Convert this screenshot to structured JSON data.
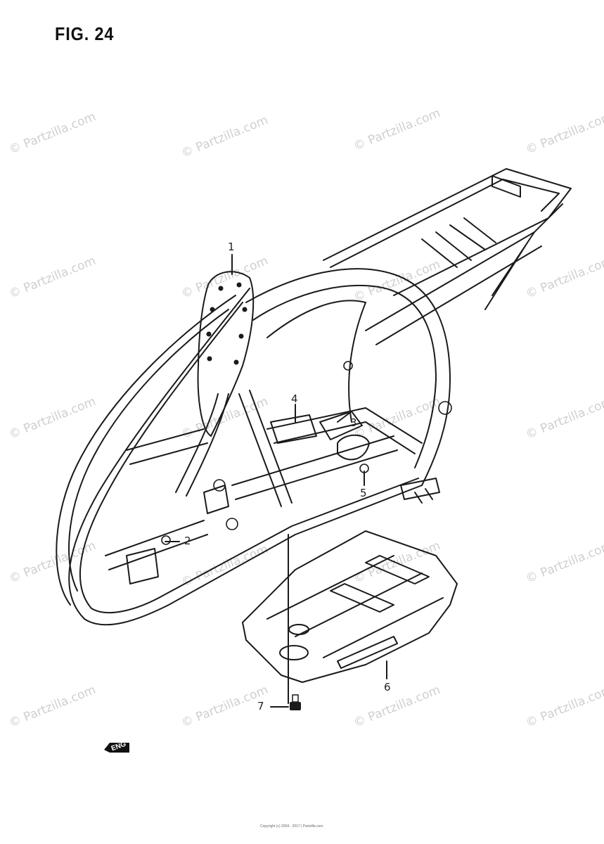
{
  "figure": {
    "title": "FIG. 24"
  },
  "watermark": {
    "text": "© Partzilla.com",
    "color": "#cfcfcf"
  },
  "callouts": [
    {
      "id": "1",
      "label": "1"
    },
    {
      "id": "2",
      "label": "2"
    },
    {
      "id": "3",
      "label": "3"
    },
    {
      "id": "4",
      "label": "4"
    },
    {
      "id": "5",
      "label": "5"
    },
    {
      "id": "6",
      "label": "6"
    },
    {
      "id": "7",
      "label": "7"
    }
  ],
  "badge": {
    "text": "ENG",
    "icon": "arrow-badge-icon"
  },
  "footer": {
    "text": "Copyright (c) 2004 - 2017 | Partzilla.com"
  }
}
